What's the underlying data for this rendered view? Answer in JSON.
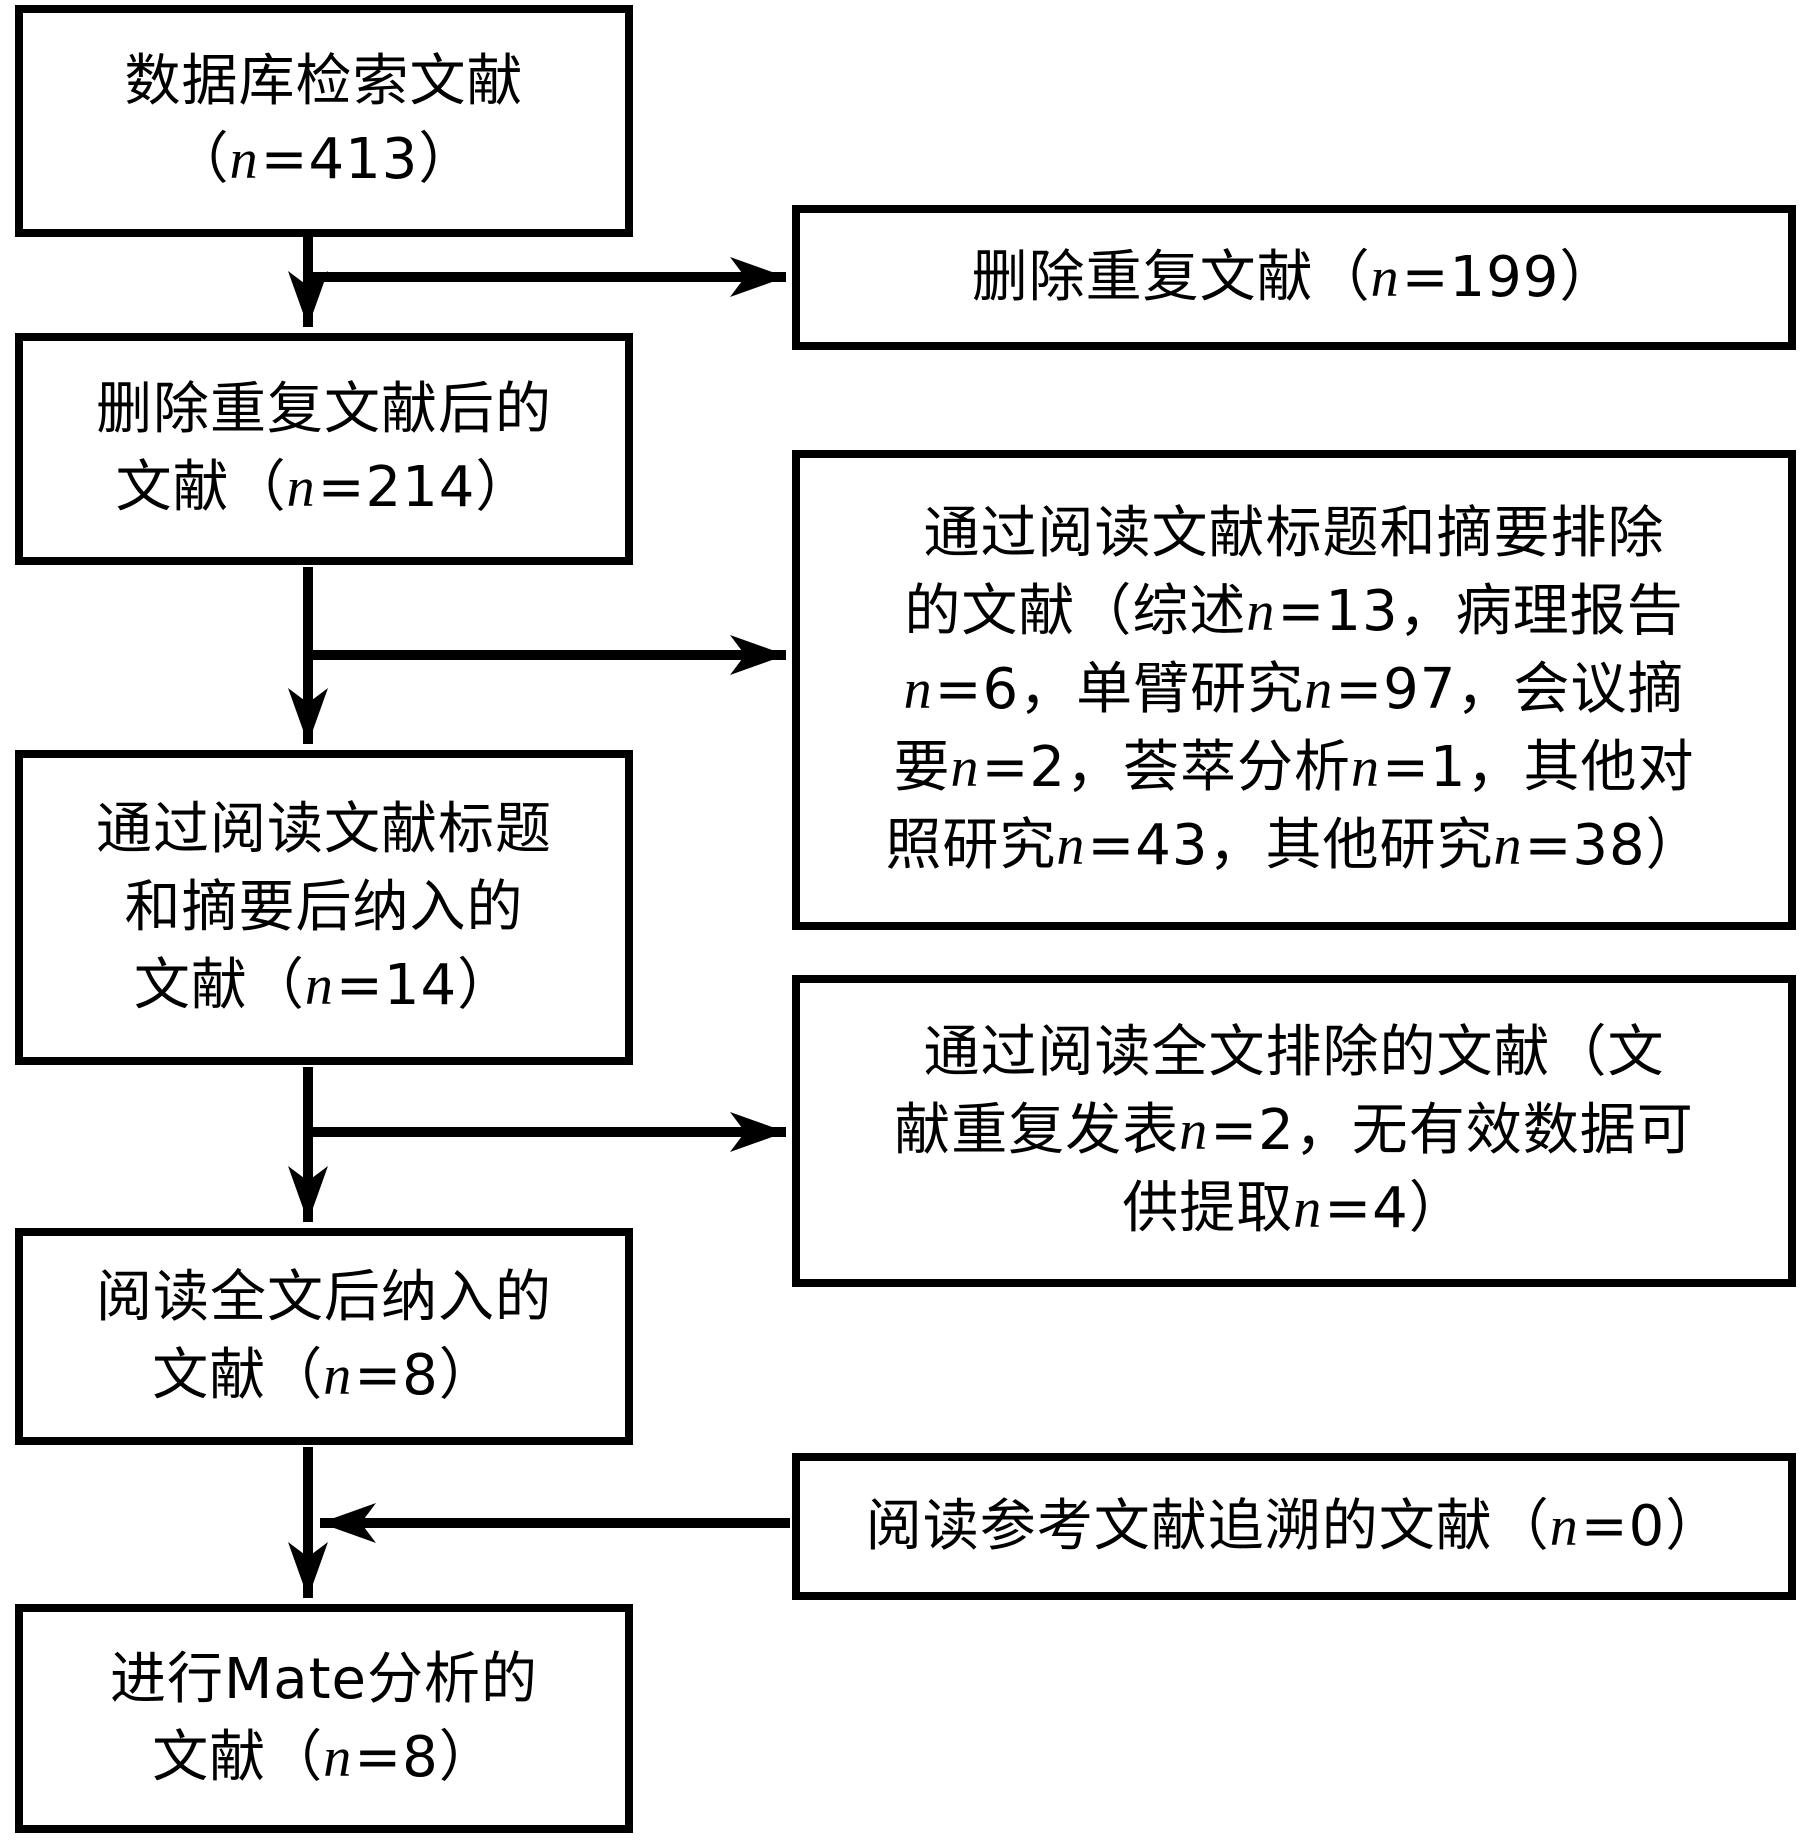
{
  "figure": {
    "kind": "literature-screening-flowchart",
    "colors": {
      "background": "#ffffff",
      "box_border": "#000000",
      "text": "#000000",
      "line": "#000000"
    }
  },
  "flow": {
    "left_boxes": [
      {
        "id": "database-search",
        "text": "数据库检索文献\n（n=413）"
      },
      {
        "id": "after-dedup",
        "text": "删除重复文献后的\n文献（n=214）"
      },
      {
        "id": "included-after-title-abstract",
        "text": "通过阅读文献标题\n和摘要后纳入的\n文献（n=14）"
      },
      {
        "id": "included-after-fulltext",
        "text": "阅读全文后纳入的\n文献（n=8）"
      },
      {
        "id": "meta-analysis",
        "text": "进行Mate分析的\n文献（n=8）"
      }
    ],
    "right_boxes": [
      {
        "id": "duplicates-removed",
        "text": "删除重复文献（n=199）"
      },
      {
        "id": "excluded-title-abstract",
        "text": "通过阅读文献标题和摘要排除\n的文献（综述n=13，病理报告\nn=6，单臂研究n=97，会议摘\n要n=2，荟萃分析n=1，其他对\n照研究n=43，其他研究n=38）"
      },
      {
        "id": "excluded-fulltext",
        "text": "通过阅读全文排除的文献（文\n献重复发表n=2，无有效数据可\n供提取n=4）"
      },
      {
        "id": "reference-tracing",
        "text": "阅读参考文献追溯的文献（n=0）"
      }
    ],
    "edges": [
      {
        "from": "database-search",
        "to": "after-dedup",
        "direction": "down"
      },
      {
        "from": "database-search",
        "to": "duplicates-removed",
        "direction": "right"
      },
      {
        "from": "after-dedup",
        "to": "included-after-title-abstract",
        "direction": "down"
      },
      {
        "from": "after-dedup",
        "to": "excluded-title-abstract",
        "direction": "right"
      },
      {
        "from": "included-after-title-abstract",
        "to": "included-after-fulltext",
        "direction": "down"
      },
      {
        "from": "included-after-title-abstract",
        "to": "excluded-fulltext",
        "direction": "right"
      },
      {
        "from": "included-after-fulltext",
        "to": "meta-analysis",
        "direction": "down"
      },
      {
        "from": "reference-tracing",
        "to": "included-after-fulltext",
        "direction": "left"
      }
    ]
  }
}
